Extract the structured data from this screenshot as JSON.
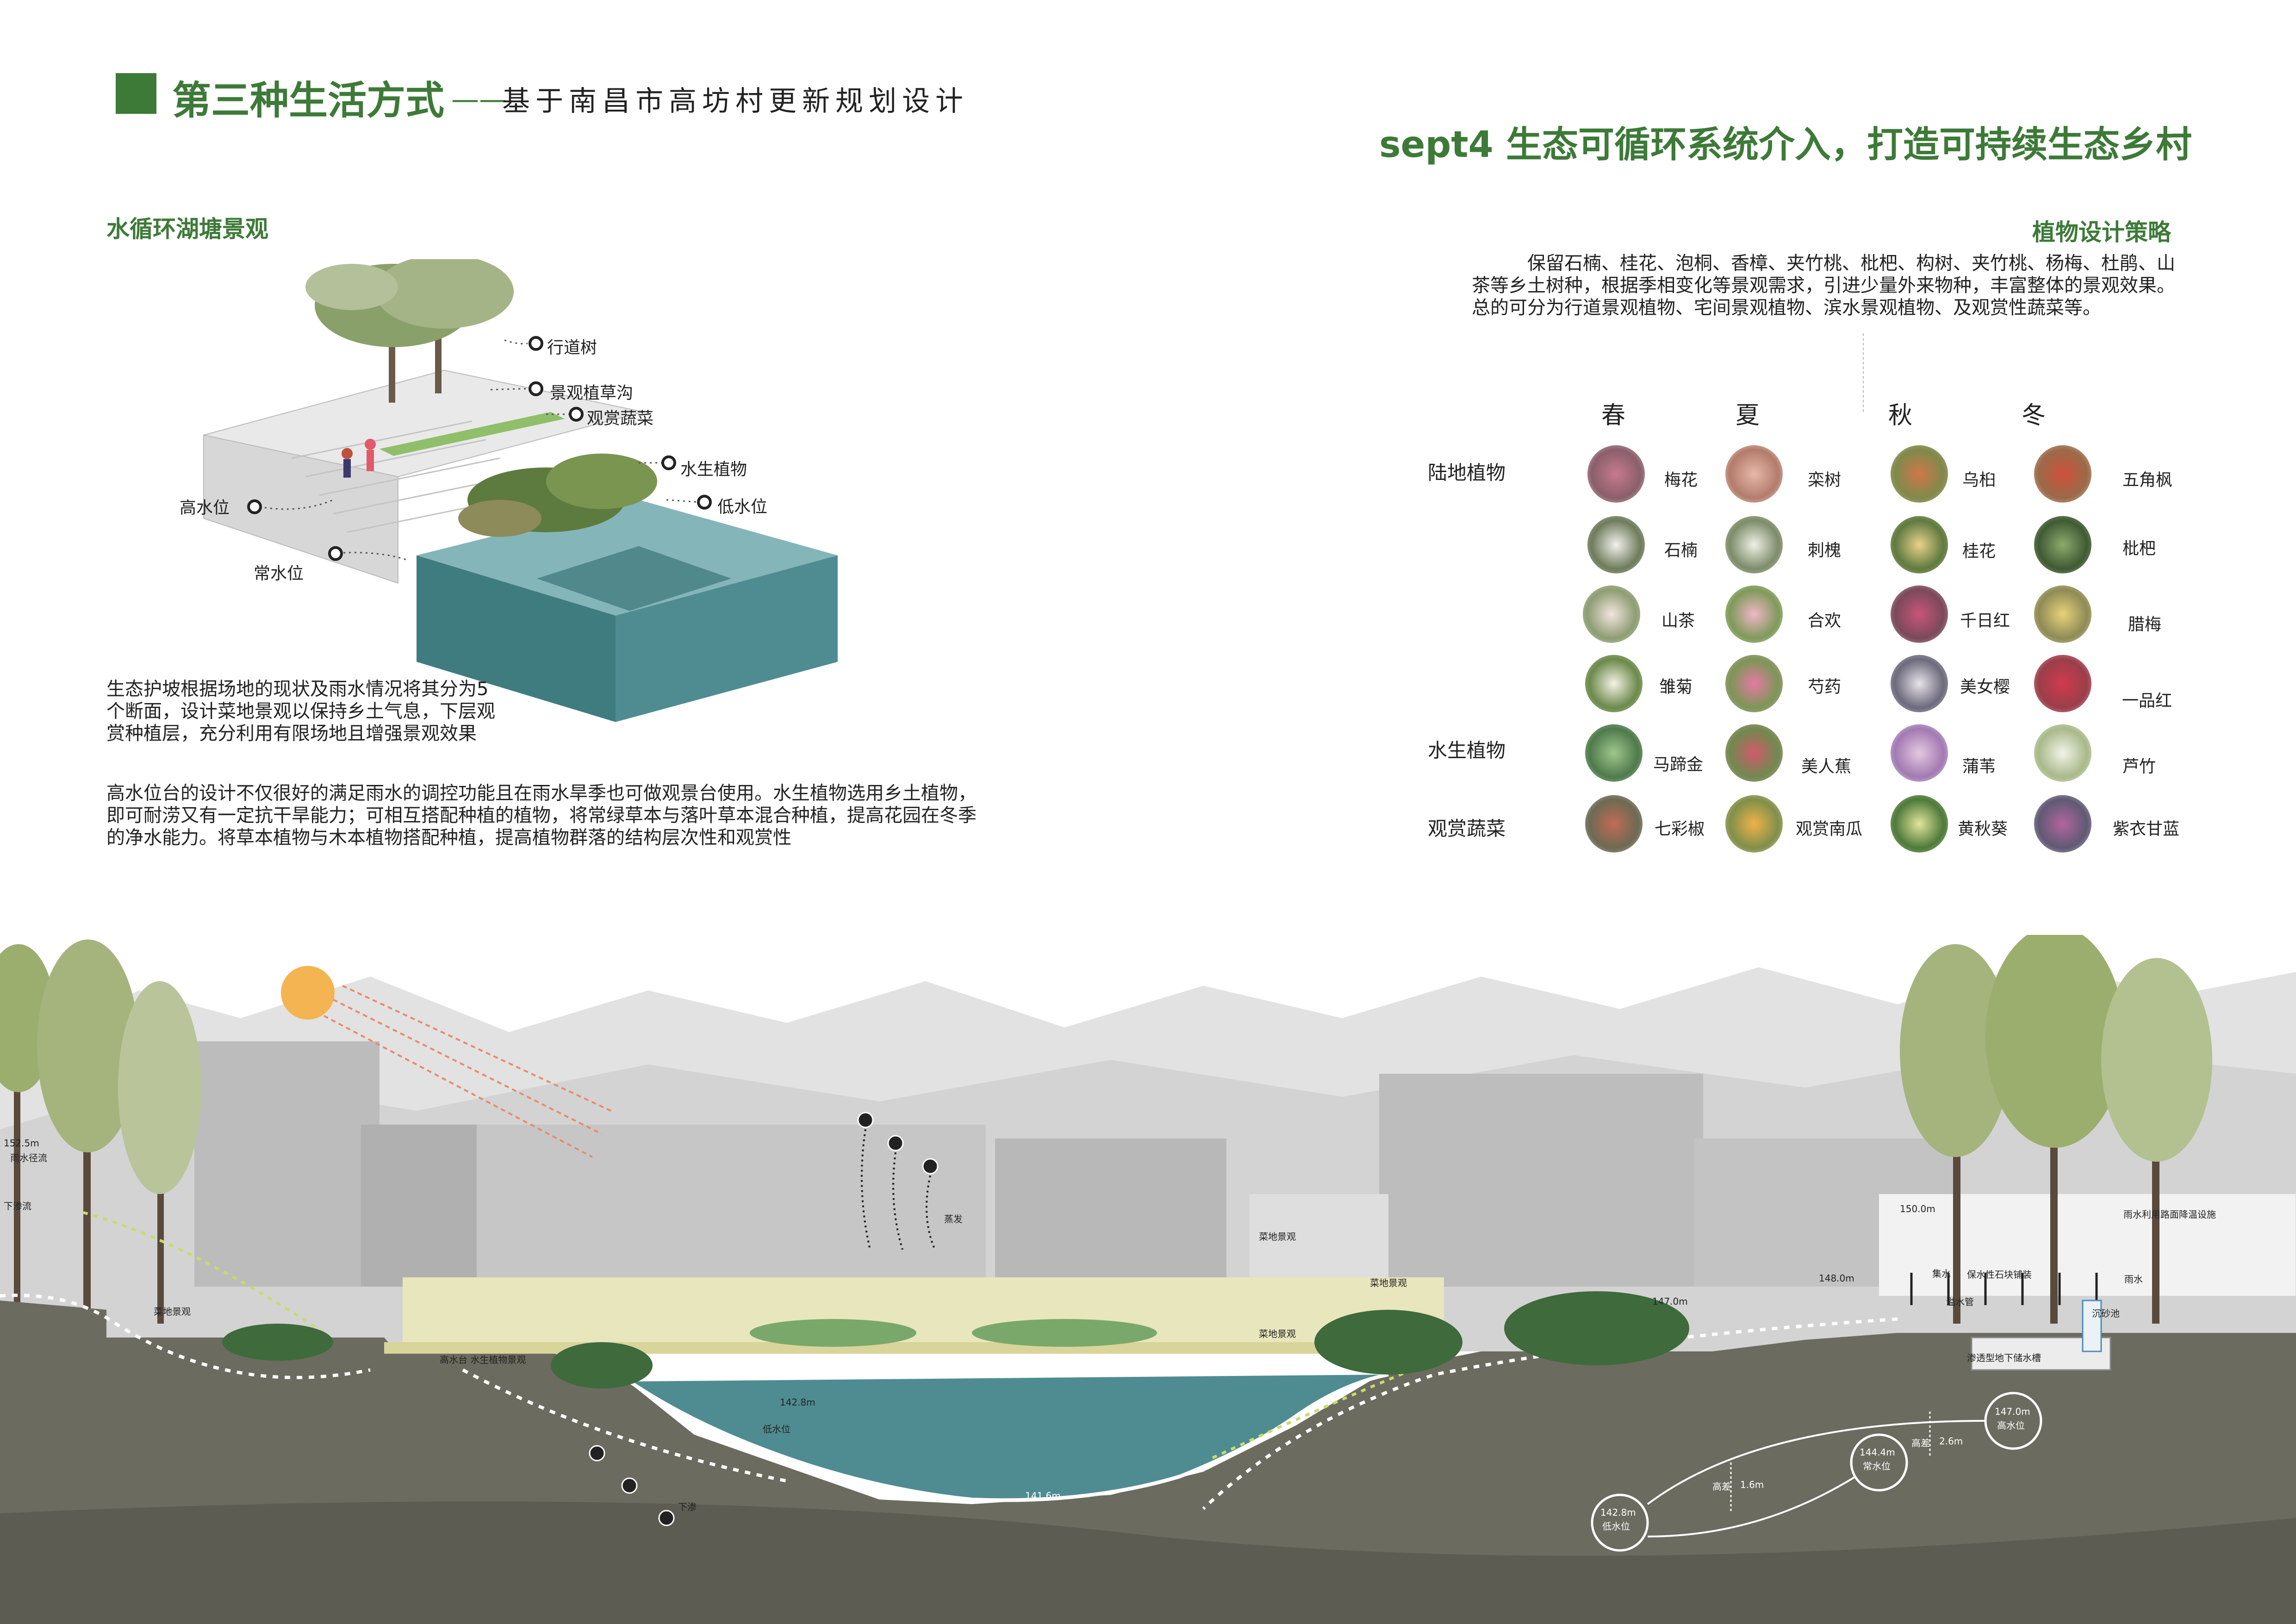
{
  "header": {
    "title_main": "第三种生活方式",
    "title_dash": "——",
    "title_sub": "基于南昌市高坊村更新规划设计",
    "step_title": "sept4 生态可循环系统介入，打造可持续生态乡村"
  },
  "left": {
    "section_title": "水循环湖塘景观",
    "labels": {
      "street_tree": "行道树",
      "grass_ditch": "景观植草沟",
      "ornamental_veg": "观赏蔬菜",
      "aquatic": "水生植物",
      "high_water": "高水位",
      "low_water": "低水位",
      "normal_water": "常水位"
    },
    "para1": "生态护坡根据场地的现状及雨水情况将其分为5个断面，设计菜地景观以保持乡土气息，下层观赏种植层，充分利用有限场地且增强景观效果",
    "para2": "高水位台的设计不仅很好的满足雨水的调控功能且在雨水旱季也可做观景台使用。水生植物选用乡土植物，即可耐涝又有一定抗干旱能力；可相互搭配种植的植物，将常绿草本与落叶草本混合种植，提高花园在冬季的净水能力。将草本植物与木本植物搭配种植，提高植物群落的结构层次性和观赏性"
  },
  "right": {
    "section_title": "植物设计策略",
    "intro": "保留石楠、桂花、泡桐、香樟、夹竹桃、枇杷、构树、夹竹桃、杨梅、杜鹃、山茶等乡土树种，根据季相变化等景观需求，引进少量外来物种，丰富整体的景观效果。总的可分为行道景观植物、宅间景观植物、滨水景观植物、及观赏性蔬菜等。",
    "seasons": [
      "春",
      "夏",
      "秋",
      "冬"
    ],
    "categories": {
      "land": "陆地植物",
      "aquatic": "水生植物",
      "vegetable": "观赏蔬菜"
    },
    "plant_rows": [
      [
        "梅花",
        "栾树",
        "乌桕",
        "五角枫"
      ],
      [
        "石楠",
        "刺槐",
        "桂花",
        "枇杷"
      ],
      [
        "山茶",
        "合欢",
        "千日红",
        "腊梅"
      ],
      [
        "雏菊",
        "芍药",
        "美女樱",
        "一品红"
      ],
      [
        "马蹄金",
        "美人蕉",
        "蒲苇",
        "芦竹"
      ],
      [
        "七彩椒",
        "观赏南瓜",
        "黄秋葵",
        "紫衣甘蓝"
      ]
    ]
  },
  "section": {
    "elev_left": "152.5m",
    "label_left_a": "雨水径流",
    "label_left_b": "下渗流",
    "elev_right_top": "150.0m",
    "rain_facility": "雨水利用路面降温设施",
    "elev_148": "148.0m",
    "elev_147": "147.0m",
    "elev_142_8": "142.8m",
    "elev_141_6": "141.6m",
    "veg_view": "菜地景观",
    "evaporation": "蒸发",
    "high_platform": "高水台 水生植物景观",
    "low_water_mark": "低水位",
    "infiltration": "下渗",
    "eco_stone": "保水性石块铺装",
    "overflow_pipe": "溢水管",
    "sedimentation": "沉砂池",
    "catch": "集水",
    "rain_inlet": "雨水",
    "underground_tank": "渗透型地下储水槽",
    "ellipse_high_elev": "147.0m",
    "ellipse_high_lbl": "高水位",
    "ellipse_norm_elev": "144.4m",
    "ellipse_norm_lbl": "常水位",
    "ellipse_low_elev": "142.8m",
    "ellipse_low_lbl": "低水位",
    "height_diff_lbl": "高差",
    "height_diff_a": "2.6m",
    "height_diff_b": "1.6m"
  },
  "colors": {
    "brand_green": "#3d7a38",
    "water": "#4f8c92",
    "ground": "#6b6b5f"
  }
}
